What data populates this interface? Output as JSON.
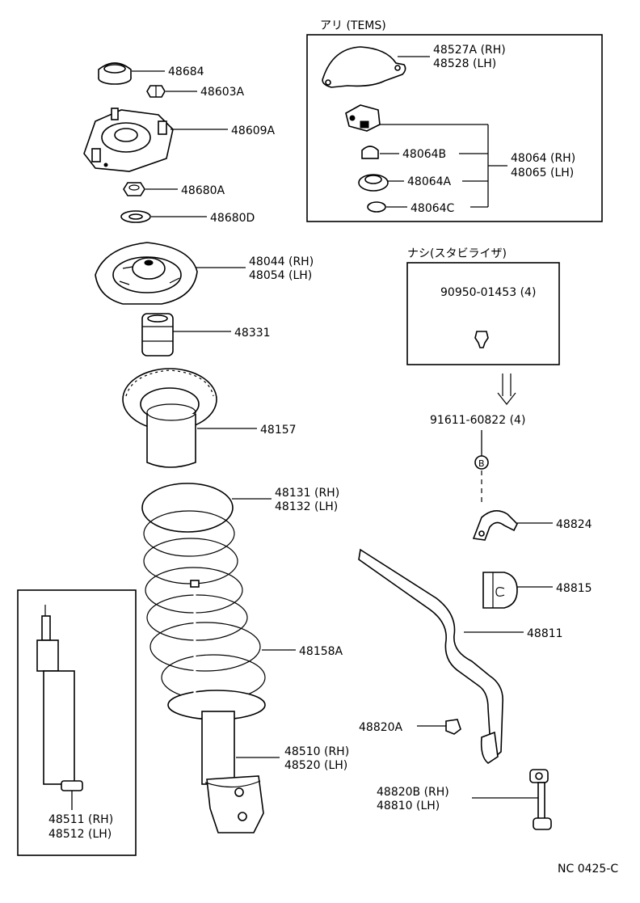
{
  "diagram": {
    "doc_code": "NC 0425-C",
    "groups": {
      "tems": "アリ (TEMS)",
      "no_stabilizer": "ナシ(スタビライザ)"
    },
    "labels": {
      "p48684": "48684",
      "p48603a": "48603A",
      "p48609a": "48609A",
      "p48680a": "48680A",
      "p48680d": "48680D",
      "p48044": "48044 (RH)",
      "p48054": "48054 (LH)",
      "p48331": "48331",
      "p48157": "48157",
      "p48131": "48131 (RH)",
      "p48132": "48132 (LH)",
      "p48158a": "48158A",
      "p48510": "48510 (RH)",
      "p48520": "48520 (LH)",
      "p48511": "48511 (RH)",
      "p48512": "48512 (LH)",
      "p48527a": "48527A (RH)",
      "p48528": "48528   (LH)",
      "p48064b": "48064B",
      "p48064a": "48064A",
      "p48064c": "48064C",
      "p48064": "48064 (RH)",
      "p48065": "48065 (LH)",
      "p90950": "90950-01453 (4)",
      "p91611": "91611-60822 (4)",
      "p48824": "48824",
      "p48815": "48815",
      "p48811": "48811",
      "p48820a": "48820A",
      "p48820b": "48820B (RH)",
      "p48810": "48810   (LH)",
      "marker_b": "B"
    }
  }
}
